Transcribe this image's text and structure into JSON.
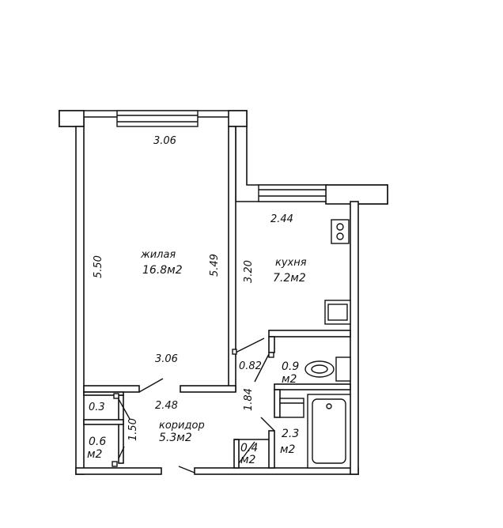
{
  "plan": {
    "rooms": {
      "living": {
        "name": "жилая",
        "area": "16.8м2"
      },
      "kitchen": {
        "name": "кухня",
        "area": "7.2м2"
      },
      "corridor": {
        "name": "коридор",
        "area": "5.3м2"
      },
      "wc": {
        "area_value": "0.9",
        "area_unit": "м2"
      },
      "bathroom": {
        "area_value": "2.3",
        "area_unit": "м2"
      },
      "storage_left": {
        "area_value": "0.6",
        "area_unit": "м2"
      },
      "storage_small": {
        "area_value": "0.4",
        "area_unit": "м2"
      }
    },
    "dimensions": {
      "living_top": "3.06",
      "living_left": "5.50",
      "living_right": "5.49",
      "living_bottom": "3.06",
      "kitchen_top": "2.44",
      "kitchen_left": "3.20",
      "wc_door": "0.82",
      "corridor_right": "1.84",
      "corridor_top": "2.48",
      "closet_width": "0.3",
      "closet_height": "1.50"
    }
  }
}
